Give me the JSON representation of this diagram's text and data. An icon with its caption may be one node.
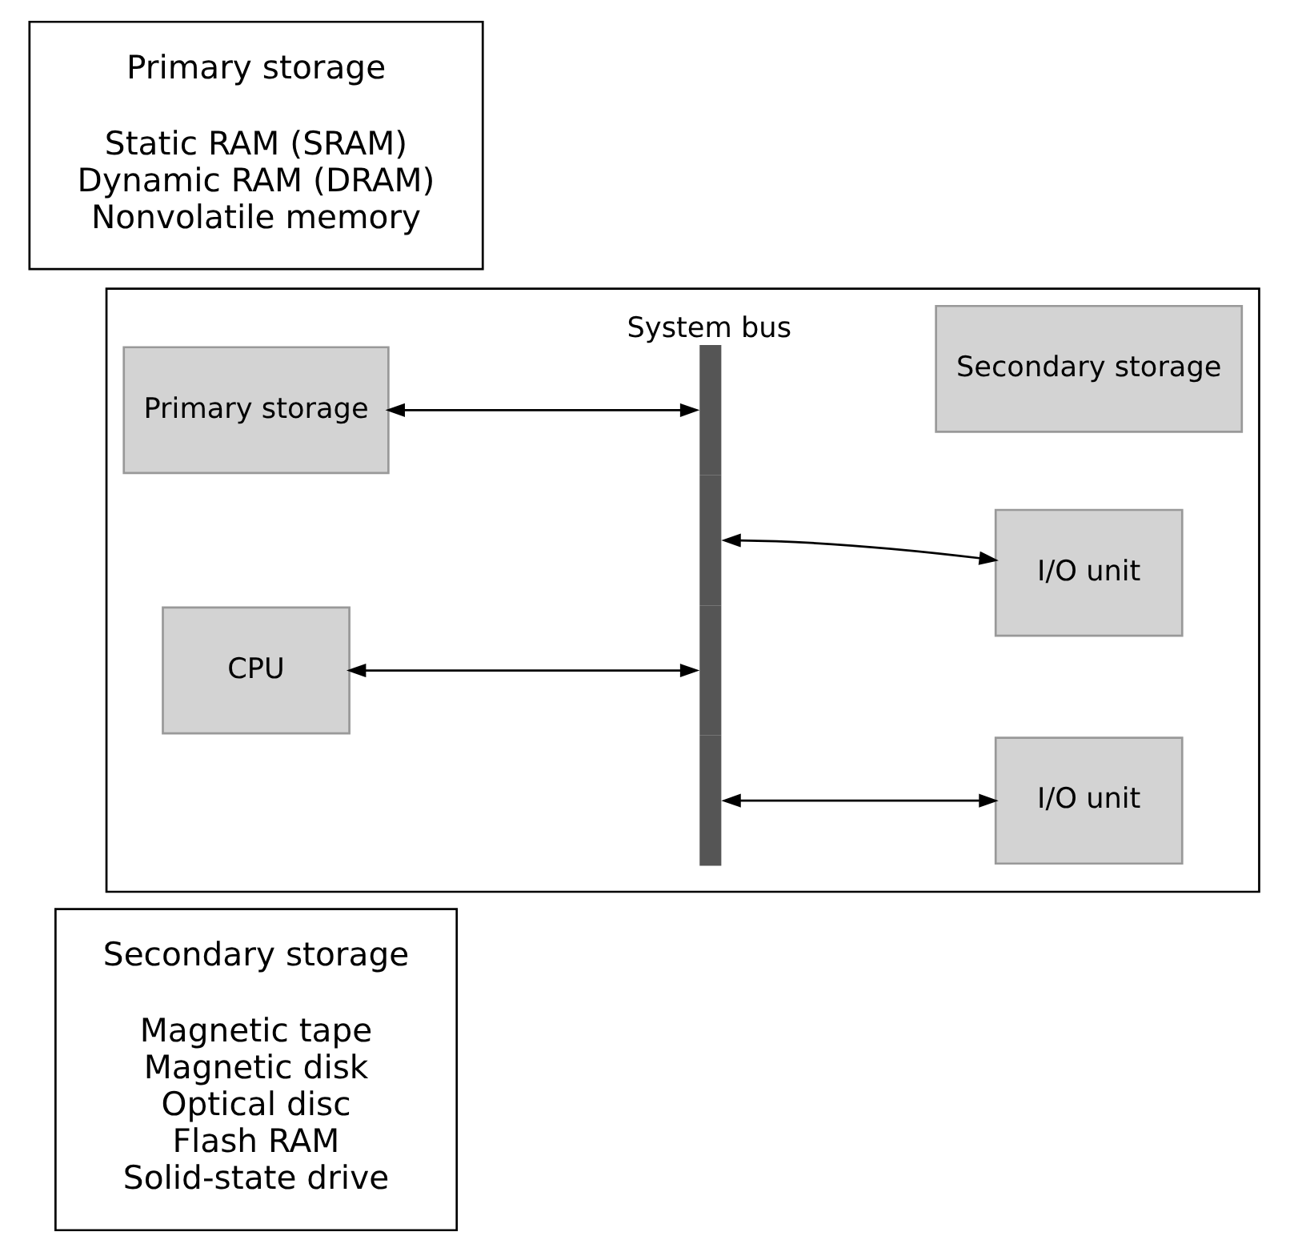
{
  "diagram": {
    "nodes": [
      {
        "text": [
          "Secondary storage",
          "Magnetic tape",
          "Magnetic disk",
          "Optical disc",
          "Flash RAM",
          "Solid-state drive"
        ]
      },
      {
        "text": [],
        "shape": "box"
      },
      {
        "text": [
          "Primary storage"
        ],
        "in": 1
      },
      {
        "text": [
          "Secondary storage"
        ],
        "in": 1
      },
      {
        "text": [],
        "shape": "bar",
        "in": 1,
        "beside": [
          "System bus"
        ]
      },
      {
        "text": [
          "I/O unit"
        ],
        "in": 1
      },
      {
        "text": [
          "CPU"
        ],
        "in": 1
      },
      {
        "text": [
          "I/O unit"
        ],
        "in": 1
      },
      {
        "text": [
          "Primary storage",
          "Static RAM (SRAM)",
          "Dynamic RAM (DRAM)",
          "Nonvolatile memory"
        ]
      }
    ],
    "edges": [
      {
        "from": 2,
        "to": 4,
        "arrow": "both"
      },
      {
        "from": 4,
        "to": 5,
        "arrow": "both"
      },
      {
        "from": 6,
        "to": 4,
        "arrow": "both"
      },
      {
        "from": 4,
        "to": 7,
        "arrow": "both"
      }
    ]
  }
}
